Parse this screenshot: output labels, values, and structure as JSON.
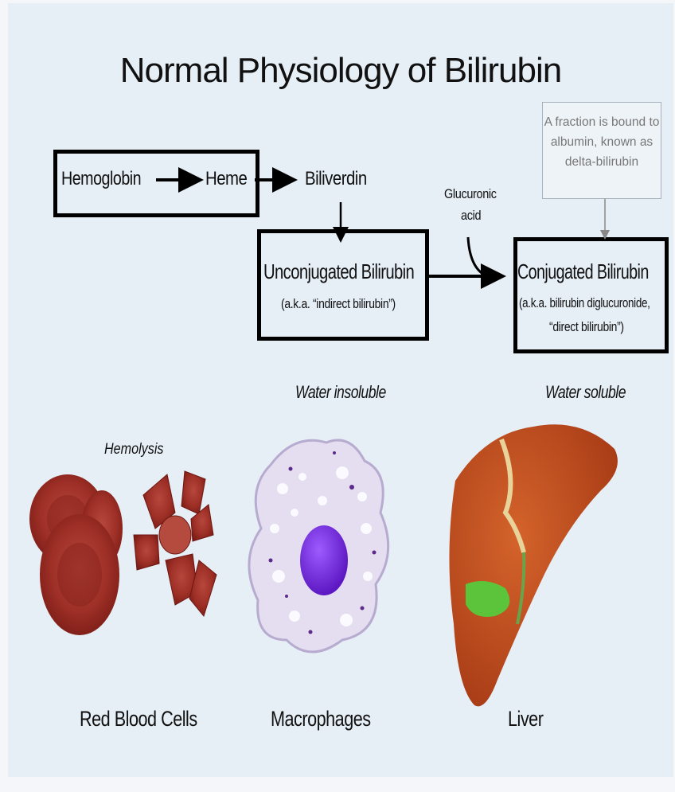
{
  "title": "Normal Physiology of Bilirubin",
  "pathway": {
    "hemoglobin": "Hemoglobin",
    "heme": "Heme",
    "biliverdin": "Biliverdin",
    "unconjugated": "Unconjugated Bilirubin",
    "unconjugated_aka": "(a.k.a. “indirect bilirubin”)",
    "glucuronic_line1": "Glucuronic",
    "glucuronic_line2": "acid",
    "conjugated": "Conjugated Bilirubin",
    "conjugated_aka_line1": "(a.k.a. bilirubin diglucuronide,",
    "conjugated_aka_line2": "“direct bilirubin”)",
    "note": "A fraction is bound to albumin, known as delta-bilirubin"
  },
  "solubility": {
    "insoluble": "Water insoluble",
    "soluble": "Water soluble"
  },
  "illustrations": {
    "hemolysis": "Hemolysis",
    "rbc_label": "Red Blood Cells",
    "macrophage_label": "Macrophages",
    "liver_label": "Liver"
  },
  "colors": {
    "rbc": "#9b2b22",
    "macrophage_body": "#e3deef",
    "nucleus": "#7a2fe0",
    "liver": "#c24a1c",
    "gallbladder": "#5cc43a"
  }
}
